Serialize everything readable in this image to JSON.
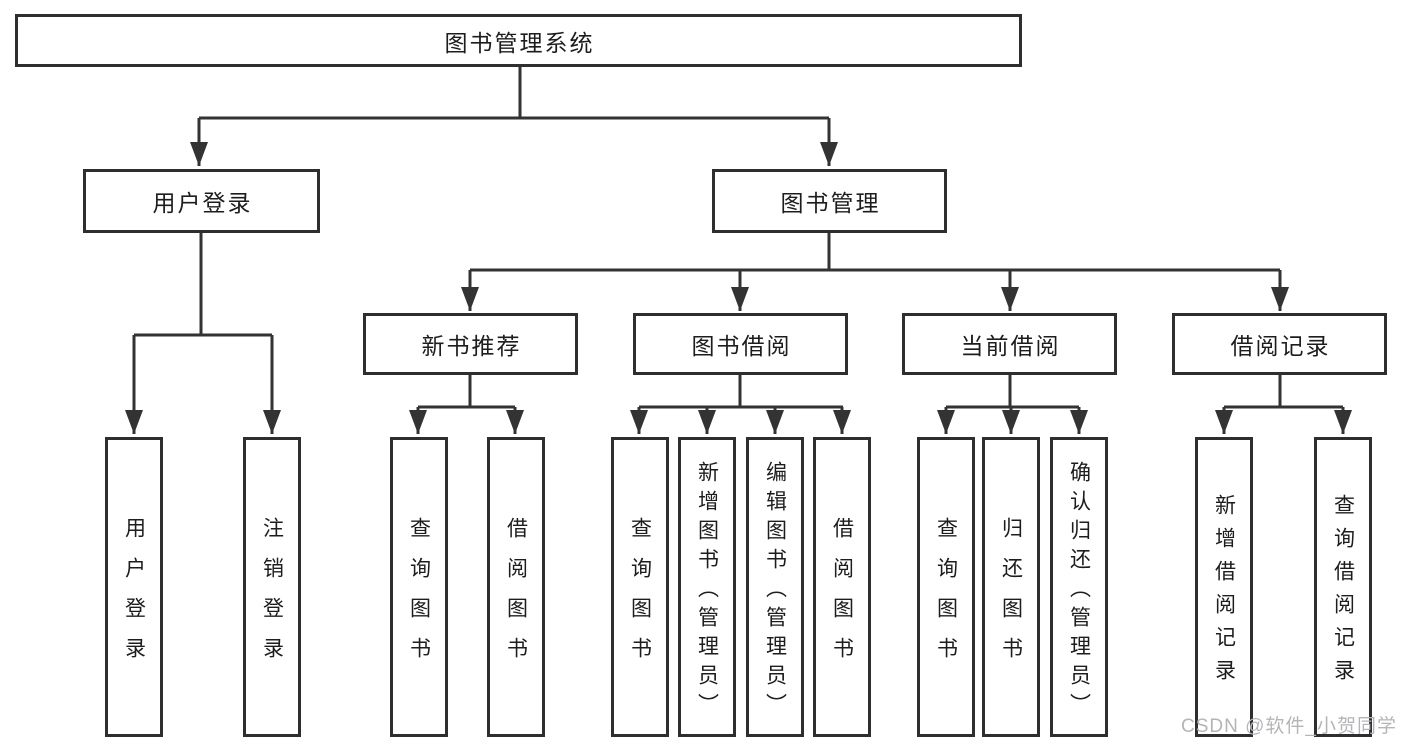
{
  "diagram": {
    "title": "图书管理系统",
    "branches": [
      {
        "label": "用户登录",
        "children": [
          {
            "label": "用户登录"
          },
          {
            "label": "注销登录"
          }
        ]
      },
      {
        "label": "图书管理",
        "children": [
          {
            "label": "新书推荐",
            "children": [
              {
                "label": "查询图书"
              },
              {
                "label": "借阅图书"
              }
            ]
          },
          {
            "label": "图书借阅",
            "children": [
              {
                "label": "查询图书"
              },
              {
                "label": "新增图书（管理员）"
              },
              {
                "label": "编辑图书（管理员）"
              },
              {
                "label": "借阅图书"
              }
            ]
          },
          {
            "label": "当前借阅",
            "children": [
              {
                "label": "查询图书"
              },
              {
                "label": "归还图书"
              },
              {
                "label": "确认归还（管理员）"
              }
            ]
          },
          {
            "label": "借阅记录",
            "children": [
              {
                "label": "新增借阅记录"
              },
              {
                "label": "查询借阅记录"
              }
            ]
          }
        ]
      }
    ]
  },
  "watermark": {
    "text": "CSDN @软件_小贺同学"
  },
  "colors": {
    "line": "#333333",
    "text": "#1d1d1d",
    "watermark": "#b5b5b9",
    "background": "#ffffff"
  }
}
